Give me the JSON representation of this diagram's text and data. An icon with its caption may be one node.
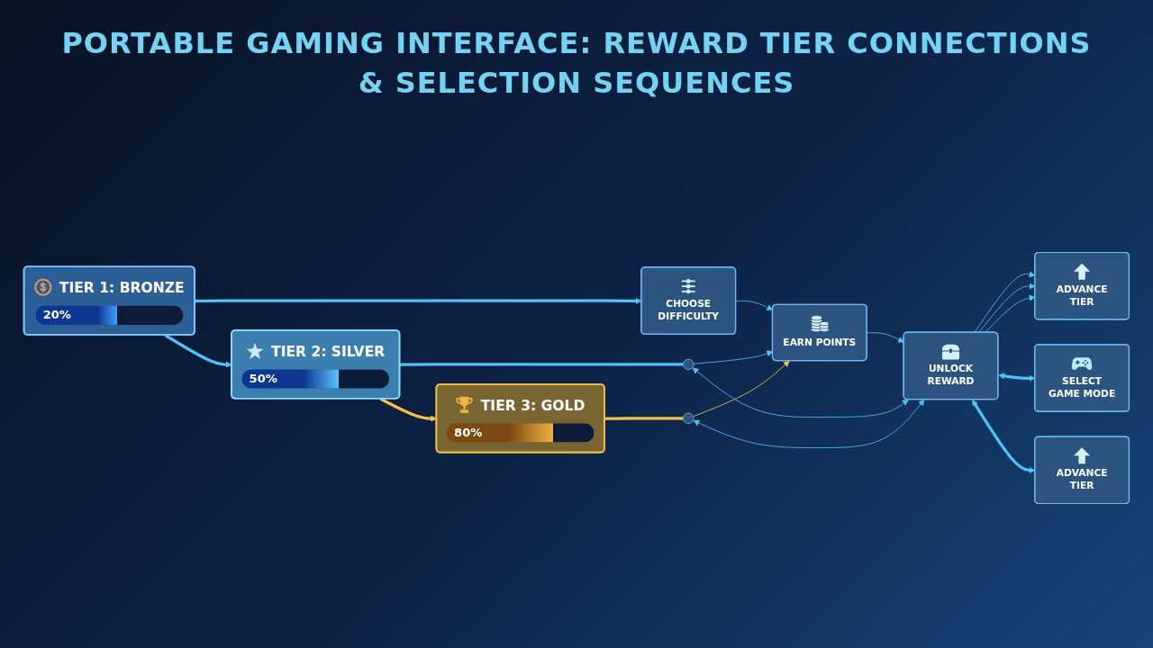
{
  "diagram": {
    "title": "PORTABLE GAMING INTERFACE: REWARD TIER CONNECTIONS & SELECTION SEQUENCES",
    "nodes": [
      {
        "text": [
          "TIER 1: BRONZE",
          "20%"
        ]
      },
      {
        "text": [
          "TIER 2: SILVER",
          "50%"
        ]
      },
      {
        "text": [
          "TIER 3: GOLD",
          "80%"
        ]
      },
      {
        "text": [
          "SELECT GAME MODE"
        ]
      },
      {
        "text": [],
        "shape": "circle"
      },
      {
        "text": [
          "CHOOSE DIFFICULTY"
        ]
      },
      {
        "text": [],
        "shape": "circle"
      },
      {
        "text": [
          "ADVANCE TIER"
        ]
      },
      {
        "text": [
          "EARN POINTS"
        ]
      },
      {
        "text": [
          "UNLOCK REWARD"
        ]
      },
      {
        "text": [
          "ADVANCE TIER"
        ]
      }
    ],
    "edges": [
      {
        "from": 0,
        "to": 1,
        "arrow": "to",
        "style": "thick"
      },
      {
        "from": 1,
        "to": 2,
        "arrow": "to",
        "style": "thick",
        "color": "#f2c14e"
      },
      {
        "from": 0,
        "to": 5,
        "arrow": "to",
        "style": "thick"
      },
      {
        "from": 1,
        "to": 4,
        "arrow": "none",
        "style": "thick"
      },
      {
        "from": 2,
        "to": 6,
        "arrow": "none",
        "style": "thick",
        "color": "#f2c14e"
      },
      {
        "from": 5,
        "to": 8,
        "arrow": "to"
      },
      {
        "from": 4,
        "to": 8,
        "arrow": "to"
      },
      {
        "from": 6,
        "to": 8,
        "arrow": "to",
        "color": "#f2c14e"
      },
      {
        "from": 8,
        "to": 9,
        "arrow": "to"
      },
      {
        "from": 9,
        "to": 10,
        "arrow": "to"
      },
      {
        "from": 9,
        "to": 3,
        "arrow": "both",
        "style": "thick"
      },
      {
        "from": 9,
        "to": 7,
        "arrow": "both",
        "style": "thick"
      },
      {
        "from": 4,
        "to": 9,
        "arrow": "both"
      },
      {
        "from": 6,
        "to": 9,
        "arrow": "both"
      },
      {
        "from": 9,
        "to": 10,
        "arrow": "to"
      },
      {
        "from": 9,
        "to": 10,
        "arrow": "to"
      }
    ]
  }
}
